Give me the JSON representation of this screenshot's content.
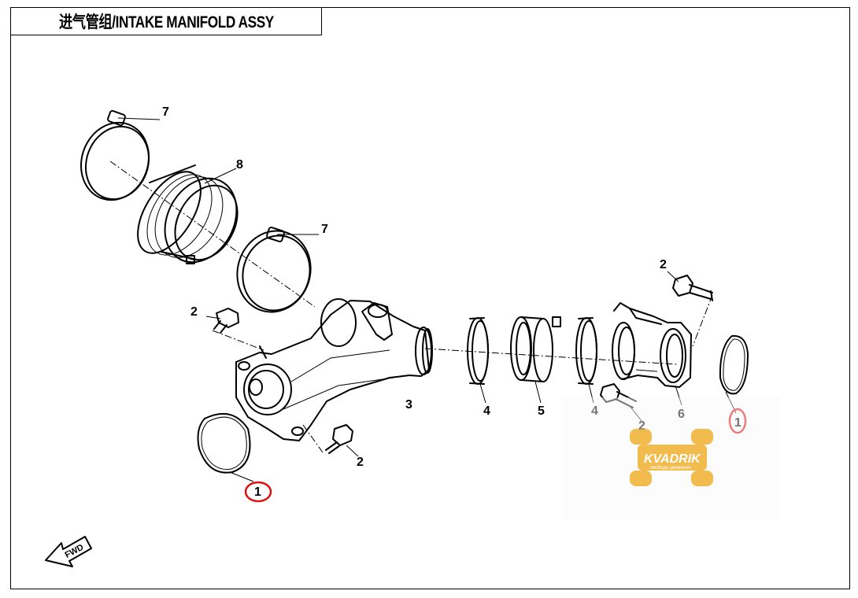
{
  "title": "进气管组/INTAKE MANIFOLD ASSY",
  "parts": [
    {
      "number": "1",
      "highlighted": true
    },
    {
      "number": "1",
      "highlighted": true
    },
    {
      "number": "2"
    },
    {
      "number": "2"
    },
    {
      "number": "2"
    },
    {
      "number": "2"
    },
    {
      "number": "3"
    },
    {
      "number": "4"
    },
    {
      "number": "4"
    },
    {
      "number": "5"
    },
    {
      "number": "6"
    },
    {
      "number": "7"
    },
    {
      "number": "7"
    },
    {
      "number": "8"
    }
  ],
  "direction_marker": "FWD",
  "watermark": {
    "brand": "KVADRIK",
    "tagline": "свобода движения",
    "color": "#f0b030"
  },
  "callout_color": "#e01010"
}
